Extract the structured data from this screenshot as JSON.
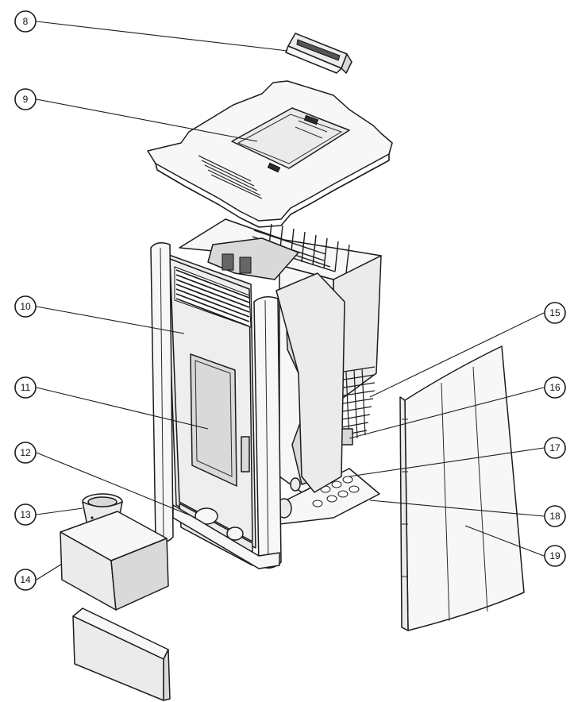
{
  "callouts": [
    {
      "label": "8"
    },
    {
      "label": "9"
    },
    {
      "label": "10"
    },
    {
      "label": "11"
    },
    {
      "label": "12"
    },
    {
      "label": "13"
    },
    {
      "label": "14"
    },
    {
      "label": "15"
    },
    {
      "label": "16"
    },
    {
      "label": "17"
    },
    {
      "label": "18"
    },
    {
      "label": "19"
    }
  ]
}
